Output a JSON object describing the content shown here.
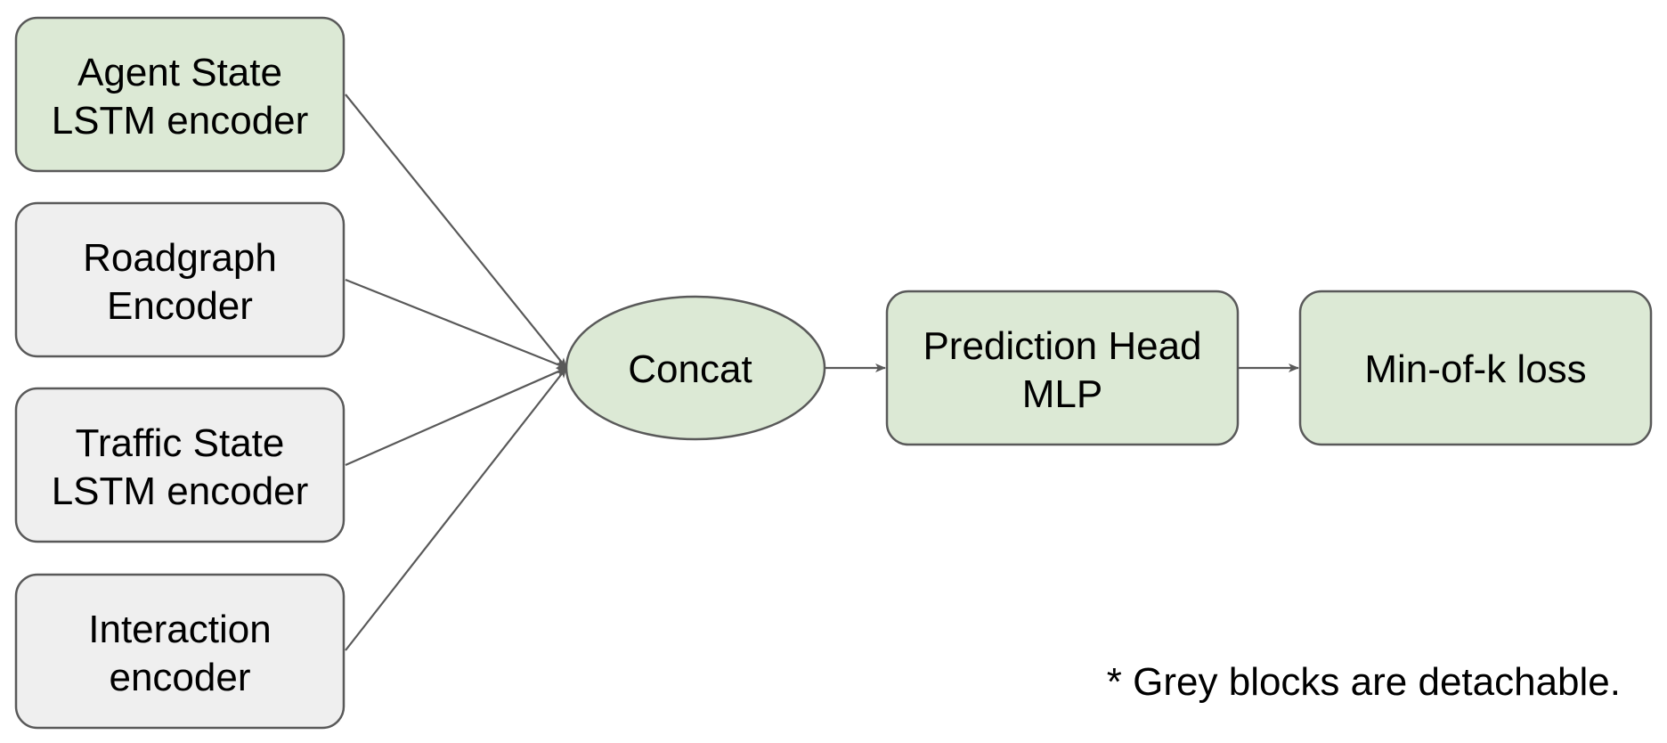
{
  "colors": {
    "green_fill": "#dce9d5",
    "grey_fill": "#efefef",
    "stroke": "#595959",
    "text": "#000000"
  },
  "nodes": [
    {
      "id": "agent-state",
      "lines": [
        "Agent State",
        "LSTM encoder"
      ],
      "fill": "green"
    },
    {
      "id": "roadgraph",
      "lines": [
        "Roadgraph",
        "Encoder"
      ],
      "fill": "grey"
    },
    {
      "id": "traffic-state",
      "lines": [
        "Traffic State",
        "LSTM encoder"
      ],
      "fill": "grey"
    },
    {
      "id": "interaction",
      "lines": [
        "Interaction",
        "encoder"
      ],
      "fill": "grey"
    },
    {
      "id": "concat",
      "lines": [
        "Concat"
      ],
      "fill": "green"
    },
    {
      "id": "prediction-head",
      "lines": [
        "Prediction Head",
        "MLP"
      ],
      "fill": "green"
    },
    {
      "id": "min-of-k-loss",
      "lines": [
        "Min-of-k loss"
      ],
      "fill": "green"
    }
  ],
  "edges": [
    {
      "from": "agent-state",
      "to": "concat"
    },
    {
      "from": "roadgraph",
      "to": "concat"
    },
    {
      "from": "traffic-state",
      "to": "concat"
    },
    {
      "from": "interaction",
      "to": "concat"
    },
    {
      "from": "concat",
      "to": "prediction-head"
    },
    {
      "from": "prediction-head",
      "to": "min-of-k-loss"
    }
  ],
  "footnote": "* Grey blocks are detachable."
}
